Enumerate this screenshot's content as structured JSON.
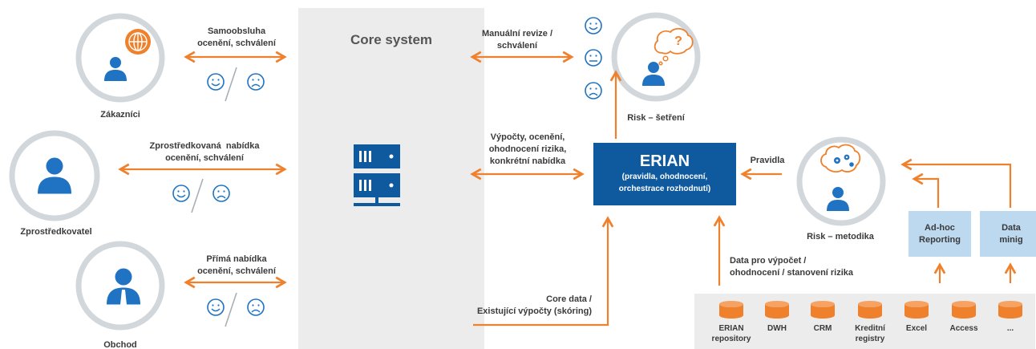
{
  "core": {
    "title": "Core system"
  },
  "actors": {
    "customers": "Zákazníci",
    "intermediary": "Zprostředkovatel",
    "sales": "Obchod",
    "risk_investigation": "Risk – šetření",
    "risk_methodology": "Risk – metodika"
  },
  "flows": {
    "self_service": [
      "Samoobsluha",
      "ocenění, schválení"
    ],
    "intermediated": [
      "Zprostředkovaná  nabídka",
      "ocenění, schválení"
    ],
    "direct": [
      "Přímá nabídka",
      "ocenění, schválení"
    ],
    "manual_review": [
      "Manuální revize /",
      "schválení"
    ],
    "calculations": [
      "Výpočty, ocenění,",
      "ohodnocení rizika,",
      "konkrétní nabídka"
    ],
    "rules": "Pravidla",
    "core_data": [
      "Core data /",
      "Existující výpočty (skóring)"
    ],
    "calc_data": [
      "Data pro výpočet /",
      "ohodnocení / stanovení rizika"
    ]
  },
  "erian": {
    "title": "ERIAN",
    "subtitle": [
      "(pravidla, ohodnocení,",
      "orchestrace rozhodnutí)"
    ]
  },
  "tools": {
    "adhoc": [
      "Ad-hoc",
      "Reporting"
    ],
    "mining": [
      "Data",
      "minig"
    ]
  },
  "sources": [
    [
      "ERIAN",
      "repository"
    ],
    [
      "DWH"
    ],
    [
      "CRM"
    ],
    [
      "Kreditní",
      "registry"
    ],
    [
      "Excel"
    ],
    [
      "Access"
    ],
    [
      "..."
    ]
  ],
  "colors": {
    "arrow": "#f0812c",
    "blue_dark": "#0f5a9e",
    "blue_person": "#1f73c2",
    "circle_fill": "#ffffff",
    "circle_stroke": "#d2d7dc",
    "panel": "#ececec",
    "tool_box": "#bcd9f0",
    "source_cylinder": "#f0812c"
  },
  "icons": [
    "globe-icon",
    "person-icon",
    "smiley-icon",
    "neutral-face-icon",
    "frown-icon",
    "thought-bubble-icon",
    "brain-gears-icon",
    "server-icon",
    "database-icon",
    "arrow-icon"
  ]
}
